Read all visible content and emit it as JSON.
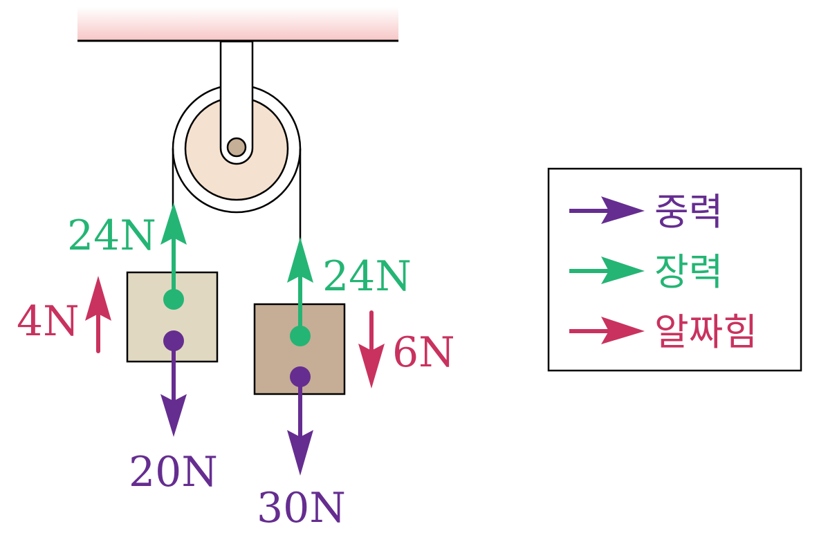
{
  "colors": {
    "gravity": "#652d90",
    "tension": "#24b574",
    "net_force": "#c9325e",
    "ceiling_gradient_bottom": "#f7c6c6",
    "pulley_wheel": "#f5e1cf",
    "axle": "#c5af96",
    "block_left": "#e1d8c1",
    "block_right": "#c5ae95",
    "outline": "#000000"
  },
  "left_block": {
    "tension_label": "24N",
    "gravity_label": "20N",
    "net_label": "4N",
    "net_direction": "up"
  },
  "right_block": {
    "tension_label": "24N",
    "gravity_label": "30N",
    "net_label": "6N",
    "net_direction": "down"
  },
  "legend": {
    "items": [
      {
        "label": "중력",
        "key": "gravity"
      },
      {
        "label": "장력",
        "key": "tension"
      },
      {
        "label": "알짜힘",
        "key": "net_force"
      }
    ]
  }
}
